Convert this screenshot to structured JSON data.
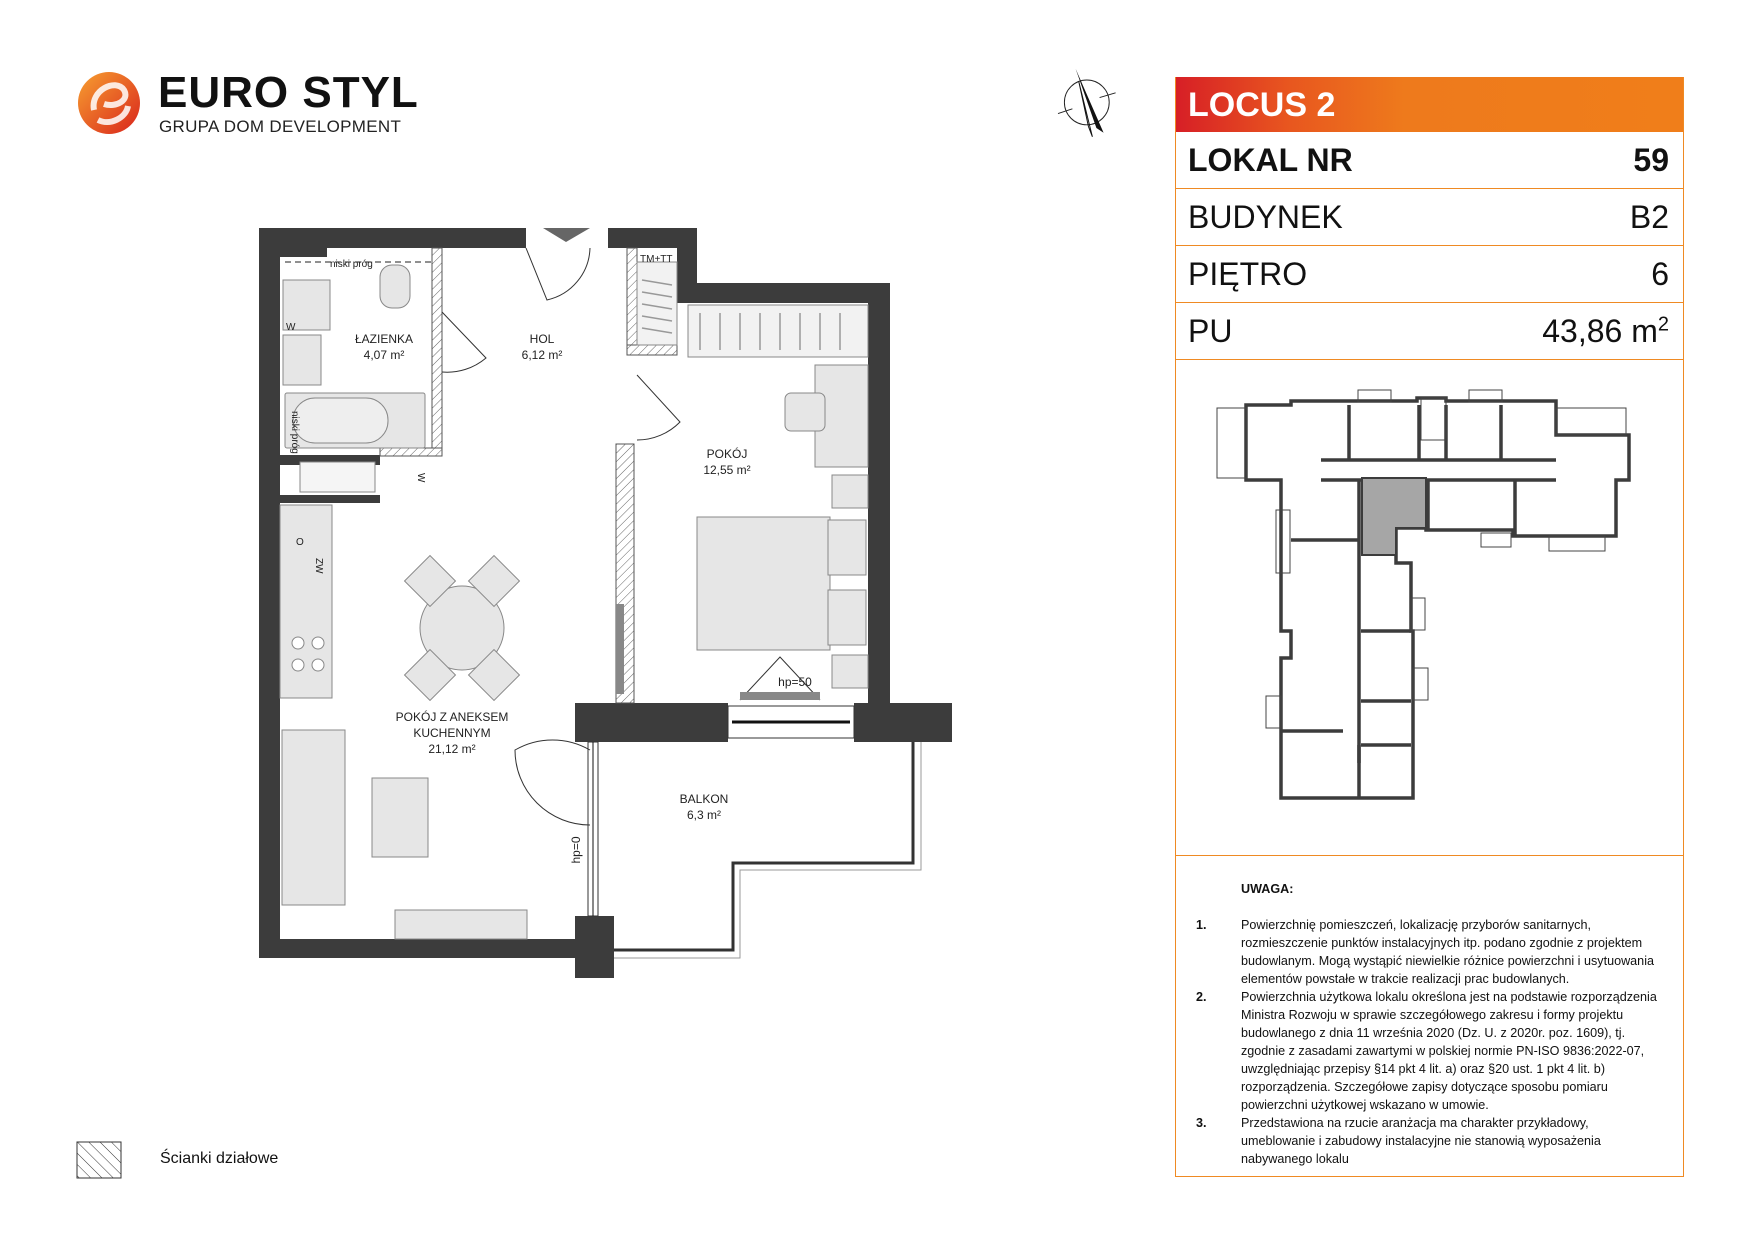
{
  "brand": {
    "name": "EURO STYL",
    "subtitle": "GRUPA DOM DEVELOPMENT",
    "logo_colors": [
      "#e1261c",
      "#f39223"
    ]
  },
  "info": {
    "project": "LOCUS 2",
    "rows": [
      {
        "label": "LOKAL NR",
        "value": "59"
      },
      {
        "label": "BUDYNEK",
        "value": "B2"
      },
      {
        "label": "PIĘTRO",
        "value": "6"
      },
      {
        "label": "PU",
        "value": "43,86 m",
        "unit_sup": "2"
      }
    ],
    "accent": "#ef8a23"
  },
  "plan": {
    "rooms": [
      {
        "name": "ŁAZIENKA",
        "area": "4,07 m²"
      },
      {
        "name": "HOL",
        "area": "6,12 m²"
      },
      {
        "name": "POKÓJ",
        "area": "12,55 m²"
      },
      {
        "name": "POKÓJ Z ANEKSEM",
        "name2": "KUCHENNYM",
        "area": "21,12 m²"
      },
      {
        "name": "BALKON",
        "area": "6,3 m²"
      }
    ],
    "annotations": {
      "low_threshold": "niski próg",
      "meter": "TM+TT",
      "window_sill": "hp=50",
      "door_sill": "hp=0",
      "water": "W",
      "cold_water": "ZW",
      "o": "O"
    }
  },
  "notes": {
    "title": "UWAGA:",
    "items": [
      {
        "n": "1.",
        "text": "Powierzchnię pomieszczeń, lokalizację przyborów sanitarnych, rozmieszczenie punktów instalacyjnych itp. podano zgodnie z projektem budowlanym. Mogą wystąpić niewielkie różnice powierzchni i usytuowania elementów powstałe w trakcie realizacji prac budowlanych."
      },
      {
        "n": "2.",
        "text": "Powierzchnia użytkowa lokalu określona jest na podstawie rozporządzenia Ministra Rozwoju w sprawie szczegółowego zakresu i formy projektu budowlanego z dnia 11 września 2020 (Dz. U. z 2020r. poz. 1609), tj. zgodnie z zasadami zawartymi w polskiej normie PN-ISO 9836:2022-07, uwzględniając przepisy §14 pkt 4 lit. a) oraz §20 ust. 1 pkt 4 lit. b) rozporządzenia. Szczegółowe zapisy dotyczące sposobu pomiaru powierzchni użytkowej wskazano w umowie."
      },
      {
        "n": "3.",
        "text": "Przedstawiona na rzucie aranżacja ma charakter przykładowy, umeblowanie i zabudowy instalacyjne nie stanowią wyposażenia nabywanego lokalu"
      }
    ]
  },
  "legend": {
    "label": "Ścianki działowe"
  }
}
